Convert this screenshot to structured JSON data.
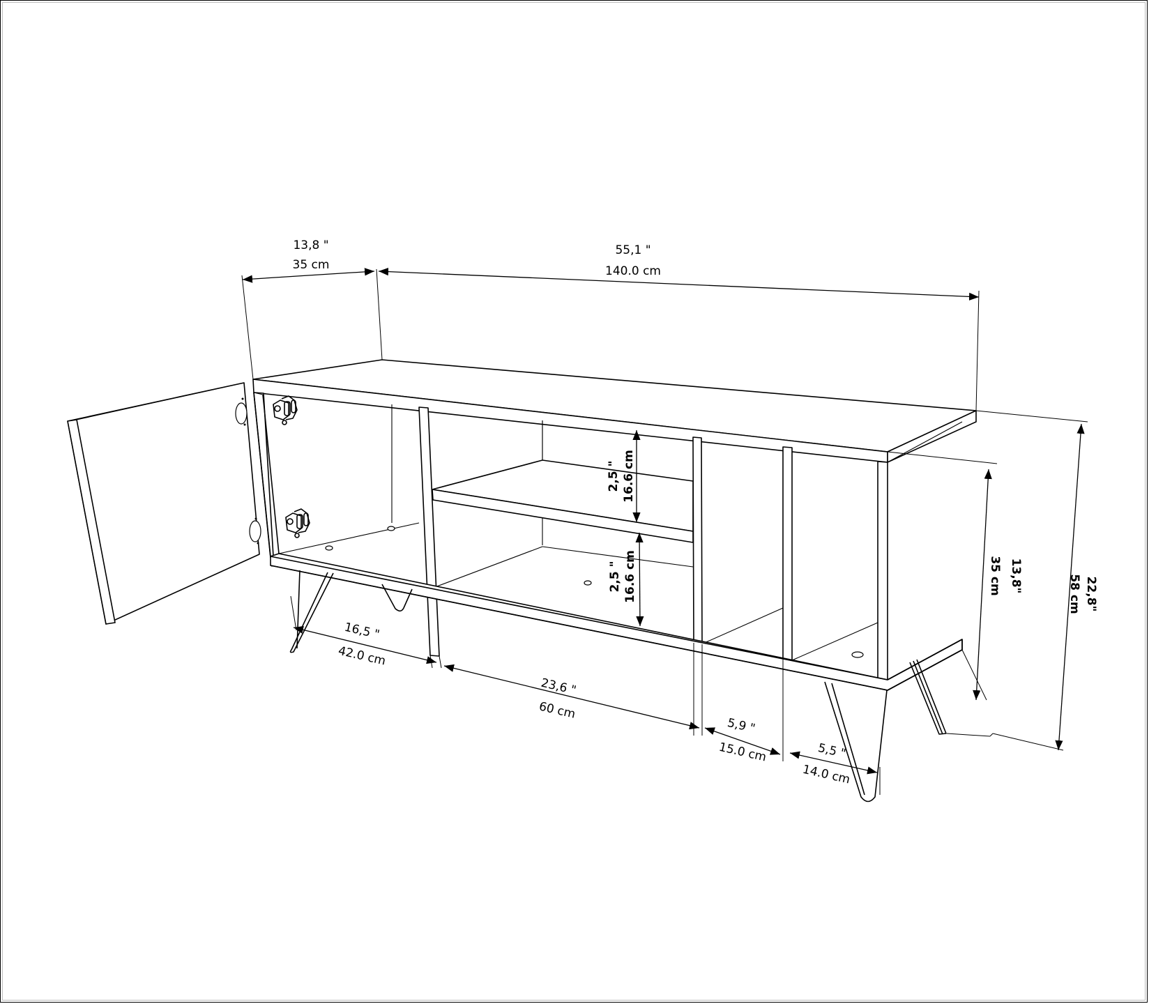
{
  "drawing": {
    "subject": "TV stand with open left door, hairpin legs",
    "line_color": "#000000",
    "background": "#ffffff"
  },
  "dimensions": {
    "depth_top": {
      "inch": "13,8 \"",
      "cm": "35 cm"
    },
    "width_top": {
      "inch": "55,1 \"",
      "cm": "140.0 cm"
    },
    "shelf_upper": {
      "inch": "2,5 \"",
      "cm": "16.6 cm"
    },
    "shelf_lower": {
      "inch": "2,5 \"",
      "cm": "16.6 cm"
    },
    "body_height": {
      "inch": "13,8\"",
      "cm": "35 cm"
    },
    "total_height": {
      "inch": "22,8\"",
      "cm": "58 cm"
    },
    "left_compartment": {
      "inch": "16,5 \"",
      "cm": "42.0 cm"
    },
    "middle_compartment": {
      "inch": "23,6 \"",
      "cm": "60 cm"
    },
    "narrow_compartment": {
      "inch": "5,9 \"",
      "cm": "15.0 cm"
    },
    "right_compartment": {
      "inch": "5,5 \"",
      "cm": "14.0 cm"
    }
  }
}
